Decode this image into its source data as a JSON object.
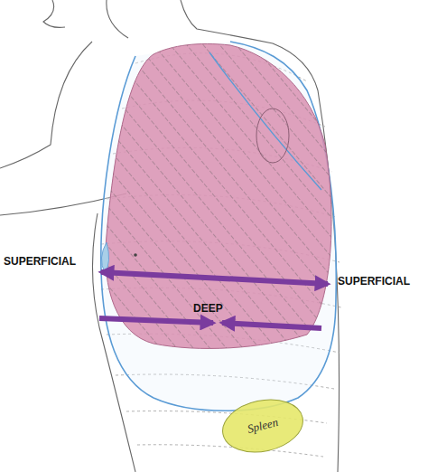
{
  "diagram": {
    "nodes": [
      {
        "text": [
          "Spleen"
        ]
      }
    ],
    "labels": [
      "SUPERFICIAL",
      "SUPERFICIAL",
      "DEEP"
    ]
  }
}
